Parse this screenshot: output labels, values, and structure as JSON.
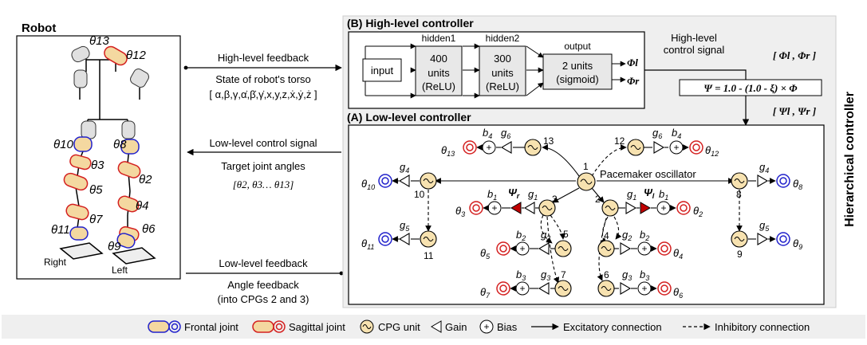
{
  "robot": {
    "title": "Robot",
    "side_right": "Right",
    "side_left": "Left",
    "joint_labels": [
      "θ13",
      "θ12",
      "θ10",
      "θ8",
      "θ3",
      "θ2",
      "θ5",
      "θ4",
      "θ11",
      "θ7",
      "θ6",
      "θ9"
    ]
  },
  "signals": {
    "high_feedback": "High-level feedback",
    "torso_state": "State of robot's torso",
    "torso_vector": "[ α,β,γ,α̇,β̇,γ̇,x,y,z,ẋ,ẏ,ż ]",
    "low_control": "Low-level control signal",
    "target_angles": "Target joint angles",
    "target_vector": "[θ2, θ3… θ13]",
    "low_feedback": "Low-level feedback",
    "angle_feedback": "Angle feedback",
    "angle_feedback_note": "(into CPGs 2 and 3)"
  },
  "high_level": {
    "title": "(B) High-level controller",
    "input": "input",
    "hidden1_label": "hidden1",
    "hidden1_units": "400",
    "hidden1_units2": "units",
    "hidden1_act": "(ReLU)",
    "hidden2_label": "hidden2",
    "hidden2_units": "300",
    "hidden2_units2": "units",
    "hidden2_act": "(ReLU)",
    "output_label": "output",
    "output_units": "2 units",
    "output_act": "(sigmoid)",
    "out_l": "Φl",
    "out_r": "Φr",
    "control_signal_1": "High-level",
    "control_signal_2": "control signal",
    "phi_vec": "[ Φl , Φr ]",
    "formula": "Ψ = 1.0 - (1.0 - ξ) × Φ",
    "psi_vec": "[ Ψl , Ψr ]"
  },
  "low_level": {
    "title": "(A) Low-level controller",
    "pacemaker": "Pacemaker oscillator",
    "nodes": [
      "1",
      "2",
      "3",
      "4",
      "5",
      "6",
      "7",
      "8",
      "9",
      "10",
      "11",
      "12",
      "13"
    ]
  },
  "side_label": "Hierarchical controller",
  "legend": {
    "frontal": "Frontal joint",
    "sagittal": "Sagittal joint",
    "cpg": "CPG unit",
    "gain": "Gain",
    "bias": "Bias",
    "excitatory": "Excitatory connection",
    "inhibitory": "Inhibitory connection"
  },
  "colors": {
    "frontal": "#2222cc",
    "sagittal": "#d42020",
    "cpg_fill": "#f7e2b0",
    "joint_fill": "#f4d8a0",
    "psi_fill": "#c00000",
    "panel_bg": "#efefef"
  }
}
